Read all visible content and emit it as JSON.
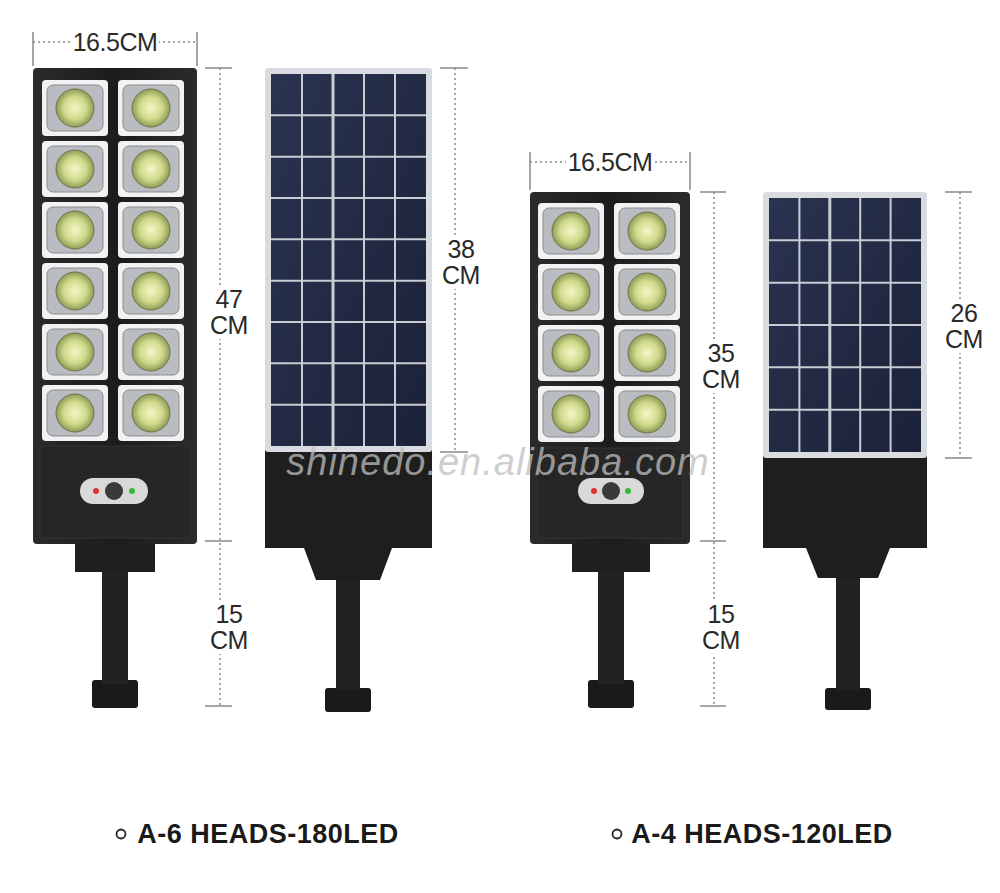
{
  "diagram": {
    "labels": [
      "16.5CM",
      "47 CM",
      "38 CM",
      "15 CM",
      "16.5CM",
      "35 CM",
      "26 CM",
      "15 CM",
      "shinedo.en.alibaba.com",
      "A-6 HEADS-180LED",
      "A-4 HEADS-120LED"
    ]
  }
}
